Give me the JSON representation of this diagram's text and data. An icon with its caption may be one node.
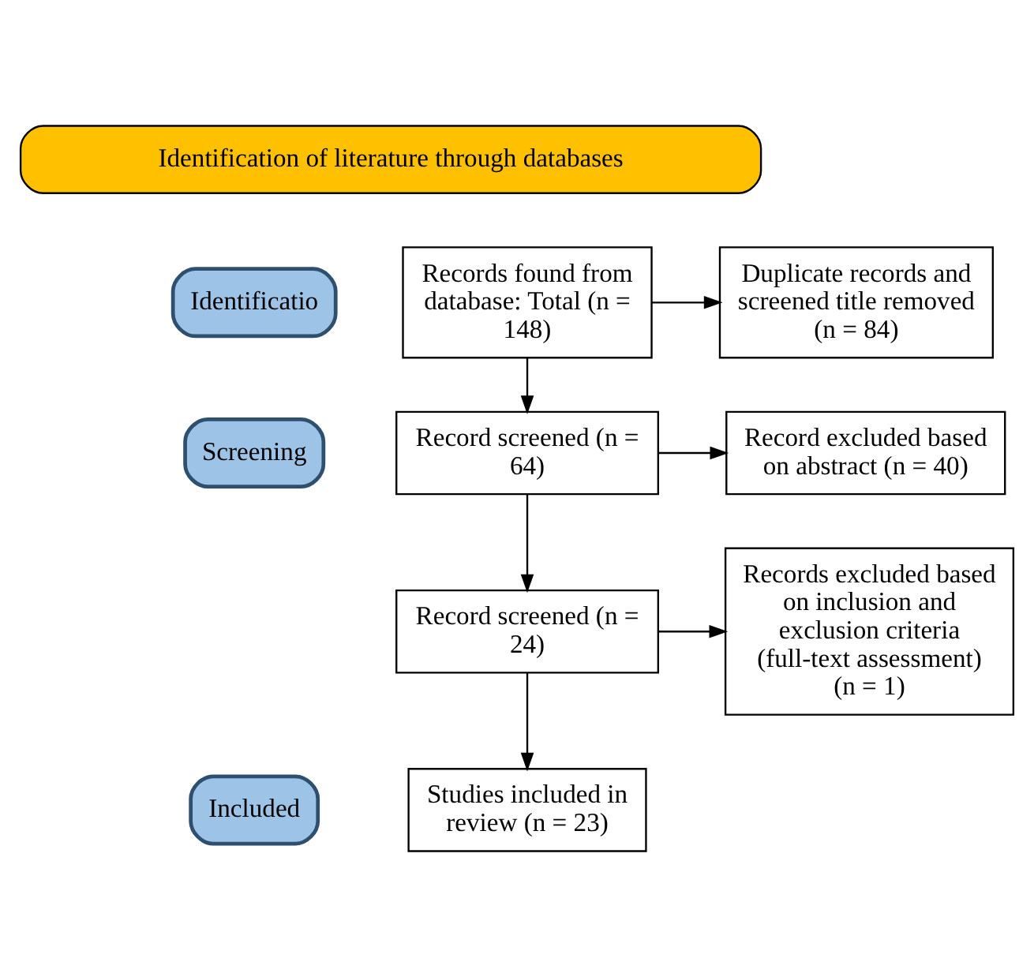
{
  "diagram": {
    "nodes": [
      {
        "text": [
          "Identification of literature through databases"
        ]
      },
      {
        "text": [
          "Identificatio"
        ]
      },
      {
        "text": [
          "Records found from database: Total (n = 148)"
        ]
      },
      {
        "text": [
          "Duplicate records and screened title removed (n = 84)"
        ]
      },
      {
        "text": [
          "Screening"
        ]
      },
      {
        "text": [
          "Record screened (n = 64)"
        ]
      },
      {
        "text": [
          "Record excluded based on abstract (n = 40)"
        ]
      },
      {
        "text": [
          "Record screened (n = 24)"
        ]
      },
      {
        "text": [
          "Records excluded based on inclusion and exclusion criteria (full-text assessment) (n = 1)"
        ]
      },
      {
        "text": [
          "Included"
        ]
      },
      {
        "text": [
          "Studies included in review (n = 23)"
        ]
      }
    ],
    "edges": [
      {
        "from": 2,
        "to": 3,
        "arrow": "to"
      },
      {
        "from": 2,
        "to": 5,
        "arrow": "to"
      },
      {
        "from": 5,
        "to": 6,
        "arrow": "to"
      },
      {
        "from": 5,
        "to": 7,
        "arrow": "to"
      },
      {
        "from": 7,
        "to": 8,
        "arrow": "to"
      },
      {
        "from": 7,
        "to": 10,
        "arrow": "to"
      }
    ]
  }
}
